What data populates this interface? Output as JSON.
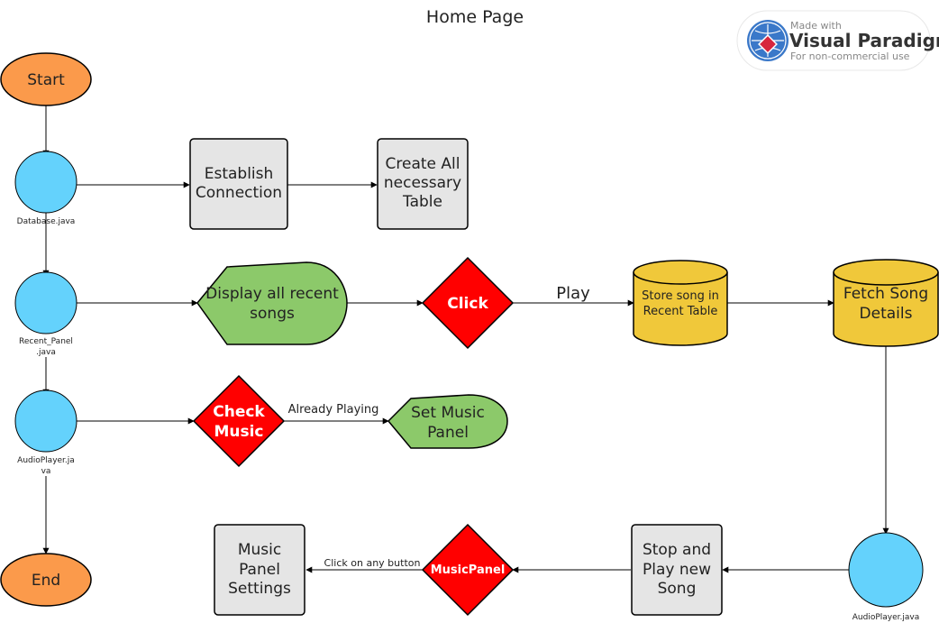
{
  "title": "Home Page",
  "watermark": {
    "line1": "Made with",
    "line2": "Visual Paradigm",
    "line3": "For non-commercial use"
  },
  "colors": {
    "terminal": "#fb9a4b",
    "circle": "#64d2fc",
    "process": "#e5e5e5",
    "decision": "#ff0000",
    "display": "#8cc96a",
    "database": "#f0c83a"
  },
  "nodes": {
    "start": "Start",
    "end": "End",
    "database_java": "Database.java",
    "recent_panel_java": [
      "Recent_Panel",
      ".java"
    ],
    "audioplayer_java_left": [
      "AudioPlayer.ja",
      "va"
    ],
    "audioplayer_java_right": "AudioPlayer.java",
    "establish_connection": [
      "Establish",
      "Connection"
    ],
    "create_tables": [
      "Create All",
      "necessary",
      "Table"
    ],
    "display_recent": [
      "Display all recent",
      "songs"
    ],
    "click": "Click",
    "store_song": [
      "Store song in",
      "Recent Table"
    ],
    "fetch_song": [
      "Fetch Song",
      "Details"
    ],
    "check_music": [
      "Check",
      "Music"
    ],
    "set_music_panel": [
      "Set Music",
      "Panel"
    ],
    "stop_and_play": [
      "Stop and",
      "Play new",
      "Song"
    ],
    "music_panel": "MusicPanel",
    "music_panel_settings": [
      "Music",
      "Panel",
      "Settings"
    ]
  },
  "edges": {
    "play": "Play",
    "already_playing": "Already Playing",
    "click_any_button": "Click on any button"
  }
}
